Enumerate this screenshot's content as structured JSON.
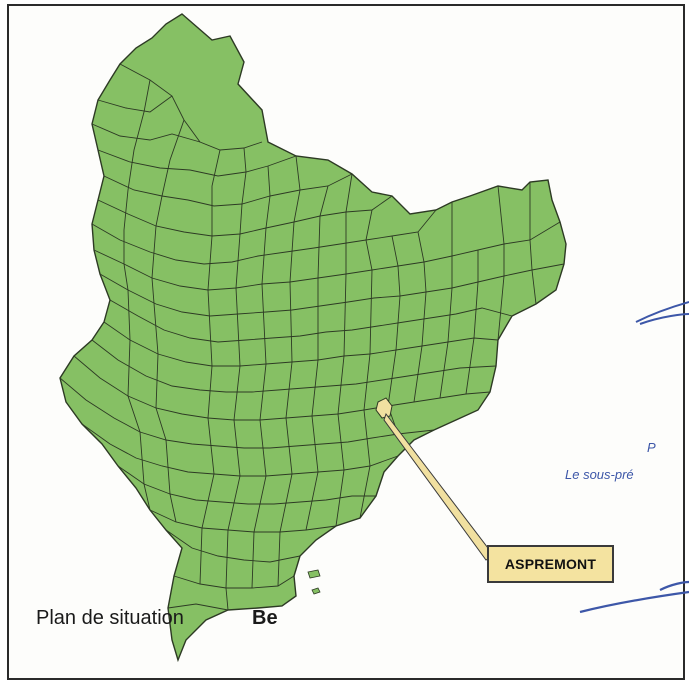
{
  "map": {
    "callout_label": "ASPREMONT",
    "caption": "Plan de situation",
    "caption_overprint": "Be",
    "stamp_line1": "P",
    "stamp_line2": "Le sous-pré",
    "colors": {
      "commune_fill": "#86c064",
      "commune_stroke": "#2d3a24",
      "highlight_fill": "#f1e0a0",
      "callout_fill": "#f4e3a0",
      "stamp_ink": "#3d57a8"
    }
  }
}
